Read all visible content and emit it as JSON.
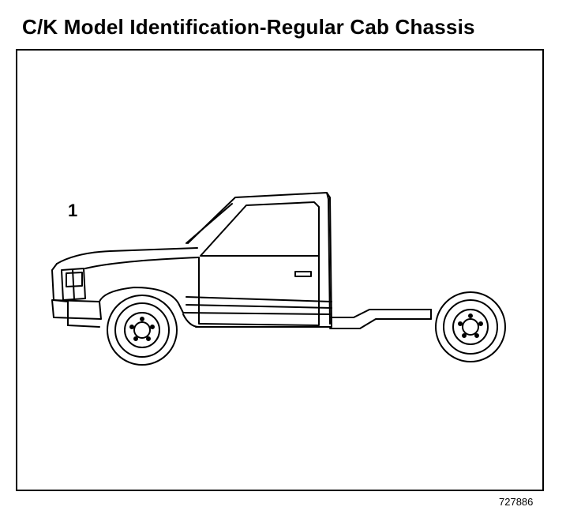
{
  "title": "C/K Model Identification-Regular Cab Chassis",
  "callout_number": "1",
  "figure_number": "727886"
}
